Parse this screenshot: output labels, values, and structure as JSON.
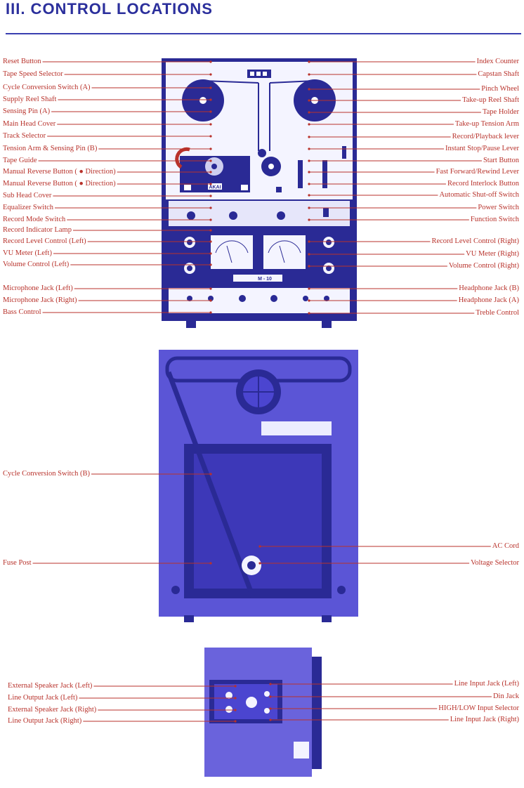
{
  "heading": "III. CONTROL LOCATIONS",
  "colors": {
    "heading": "#2b2f9c",
    "label": "#b8322b",
    "photo": "#4b45d0"
  },
  "panel1": {
    "left_labels": [
      "Reset Button",
      "Tape Speed Selector",
      "Cycle Conversion Switch (A)",
      "Supply Reel Shaft",
      "Sensing Pin (A)",
      "Main Head Cover",
      "Track Selector",
      "Tension Arm & Sensing Pin (B)",
      "Tape Guide",
      "Manual Reverse Button ( ● Direction)",
      "Manual Reverse Button ( ● Direction)",
      "Sub Head Cover",
      "Equalizer Switch",
      "Record Mode Switch",
      "Record Indicator Lamp",
      "Record Level Control (Left)",
      "VU Meter (Left)",
      "Volume Control (Left)",
      "Microphone Jack (Left)",
      "Microphone Jack (Right)",
      "Bass Control"
    ],
    "right_labels": [
      "Index Counter",
      "Capstan Shaft",
      "Pinch Wheel",
      "Take-up Reel Shaft",
      "Tape Holder",
      "Take-up Tension Arm",
      "Record/Playback lever",
      "Instant Stop/Pause Lever",
      "Start Button",
      "Fast Forward/Rewind Lever",
      "Record Interlock  Button",
      "Automatic Shut-off Switch",
      "Power Switch",
      "Function Switch",
      "Record Level Control (Right)",
      "VU Meter (Right)",
      "Volume Control (Right)",
      "Headphone Jack (B)",
      "Headphone Jack (A)",
      "Treble Control"
    ],
    "brand": "AKAI",
    "model": "M - 10"
  },
  "panel2": {
    "left_labels": [
      "Cycle Conversion Switch (B)",
      "Fuse Post"
    ],
    "right_labels": [
      "AC Cord",
      "Voltage Selector"
    ]
  },
  "panel3": {
    "left_labels": [
      "External Speaker Jack (Left)",
      "Line Output Jack (Left)",
      "External Speaker Jack (Right)",
      "Line Output Jack (Right)"
    ],
    "right_labels": [
      "Line Input Jack (Left)",
      "Din Jack",
      "HIGH/LOW Input Selector",
      "Line Input Jack (Right)"
    ]
  }
}
